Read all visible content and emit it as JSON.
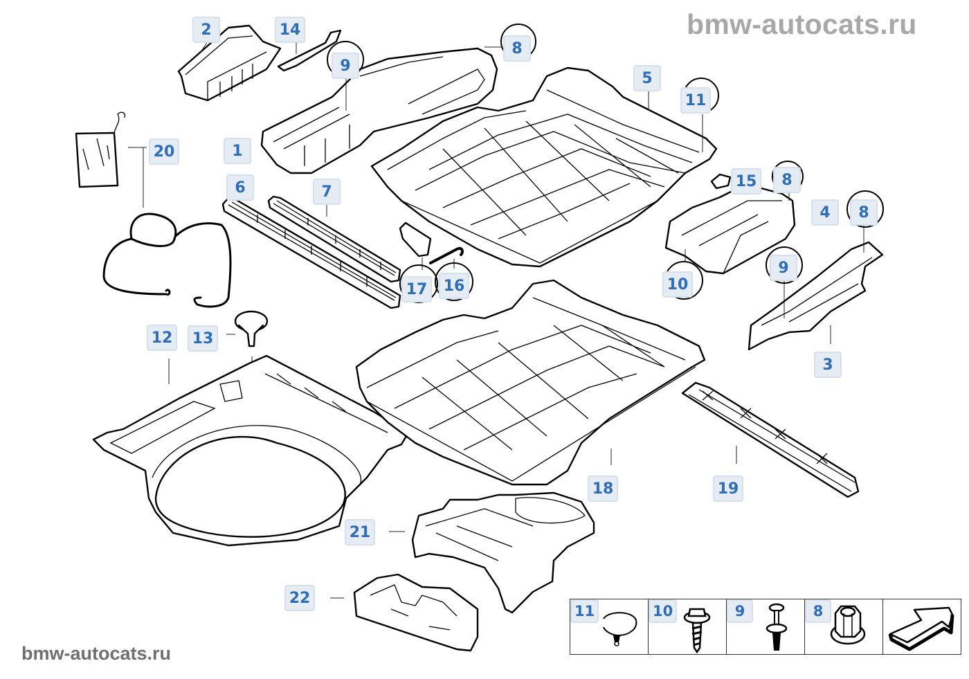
{
  "watermarks": {
    "top": "bmw-autocats.ru",
    "bottom": "bmw-autocats.ru"
  },
  "diagram": {
    "label_color": "#2f6db7",
    "label_bg": "#e6ecf4",
    "callouts": [
      {
        "id": "c1",
        "label": "1",
        "part": "left trunk side storage tray"
      },
      {
        "id": "c2",
        "label": "2",
        "part": "small storage box"
      },
      {
        "id": "c3",
        "label": "3",
        "part": "right trunk side trim bracket"
      },
      {
        "id": "c4",
        "label": "4",
        "part": "right trunk side storage tray"
      },
      {
        "id": "c5",
        "label": "5",
        "part": "upper luggage compartment floor tray"
      },
      {
        "id": "c6",
        "label": "6",
        "part": "ribbed strip"
      },
      {
        "id": "c7",
        "label": "7",
        "part": "ribbed strip"
      },
      {
        "id": "c8a",
        "label": "8",
        "part": "nut"
      },
      {
        "id": "c8b",
        "label": "8",
        "part": "nut"
      },
      {
        "id": "c8c",
        "label": "8",
        "part": "nut"
      },
      {
        "id": "c9a",
        "label": "9",
        "part": "expanding rivet"
      },
      {
        "id": "c9b",
        "label": "9",
        "part": "expanding rivet"
      },
      {
        "id": "c10",
        "label": "10",
        "part": "screw"
      },
      {
        "id": "c11",
        "label": "11",
        "part": "clip"
      },
      {
        "id": "c12",
        "label": "12",
        "part": "spare wheel well tray"
      },
      {
        "id": "c13",
        "label": "13",
        "part": "mushroom fastener"
      },
      {
        "id": "c14",
        "label": "14",
        "part": "strip"
      },
      {
        "id": "c15",
        "label": "15",
        "part": "small clip"
      },
      {
        "id": "c16",
        "label": "16",
        "part": "hook"
      },
      {
        "id": "c17",
        "label": "17",
        "part": "handle"
      },
      {
        "id": "c18",
        "label": "18",
        "part": "lower luggage compartment floor tray"
      },
      {
        "id": "c19",
        "label": "19",
        "part": "support rail"
      },
      {
        "id": "c20",
        "label": "20",
        "part": "net bag"
      },
      {
        "id": "c21",
        "label": "21",
        "part": "tool kit holder"
      },
      {
        "id": "c22",
        "label": "22",
        "part": "tool kit insert"
      }
    ]
  },
  "legend": {
    "cells": [
      {
        "label": "11",
        "icon": "clip-icon"
      },
      {
        "label": "10",
        "icon": "screw-icon"
      },
      {
        "label": "9",
        "icon": "rivet-icon"
      },
      {
        "label": "8",
        "icon": "nut-icon"
      },
      {
        "label": "",
        "icon": "arrow-icon"
      }
    ]
  }
}
